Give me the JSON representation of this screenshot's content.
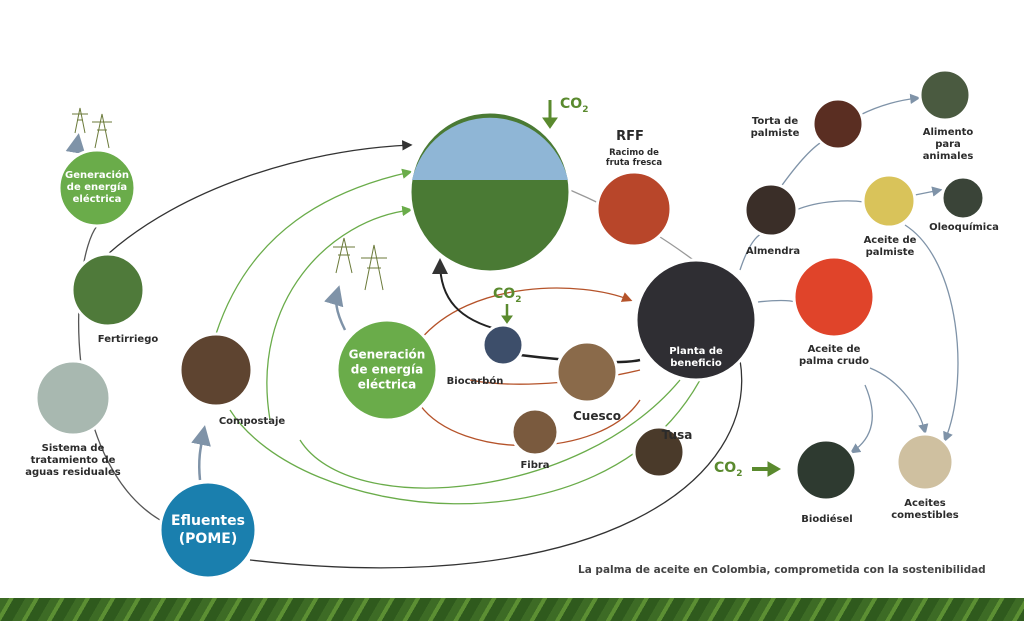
{
  "nodes": {
    "gen_top": "Generación\nde energía\neléctrica",
    "fertirriego": "Fertirriego",
    "sistema": "Sistema de\ntratamiento de\naguas residuales",
    "compostaje": "Compostaje",
    "efluentes": "Efluentes\n(POME)",
    "rff_title": "RFF",
    "rff_sub": "Racimo de\nfruta fresca",
    "gen_center": "Generación\nde energía\neléctrica",
    "biocarbon": "Biocarbón",
    "cuesco": "Cuesco",
    "fibra": "Fibra",
    "tusa": "Tusa",
    "planta": "Planta de\nbeneficio",
    "torta": "Torta de\npalmiste",
    "alimento": "Alimento\npara\nanimales",
    "almendra": "Almendra",
    "aceite_palmiste": "Aceite de\npalmiste",
    "oleoquimica": "Oleoquímica",
    "aceite_crudo": "Aceite de\npalma crudo",
    "biodiesel": "Biodiésel",
    "aceites_comestibles": "Aceites\ncomestibles"
  },
  "co2": {
    "text": "CO",
    "sub": "2"
  },
  "caption": "La palma de aceite en Colombia, comprometida con la sostenibilidad",
  "colors": {
    "green": "#6aac4a",
    "blue": "#1a7fae",
    "arrow": "#7f93a8",
    "brown": "#b5532a",
    "dark": "#333333"
  }
}
